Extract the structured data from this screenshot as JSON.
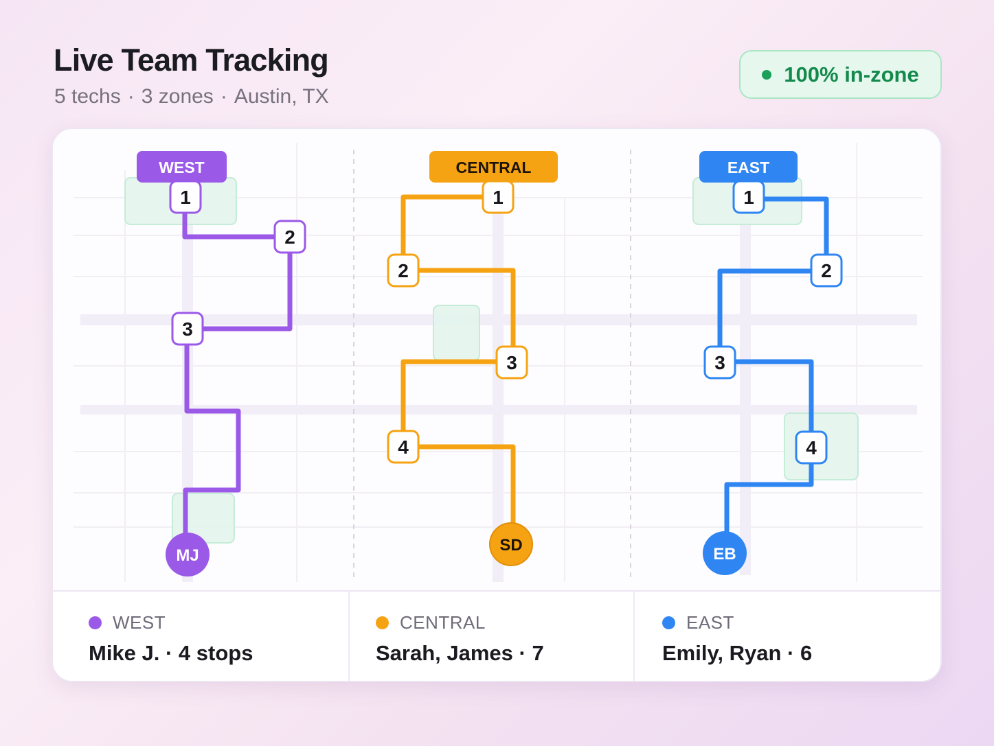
{
  "header": {
    "title": "Live Team Tracking",
    "subtitle_parts": [
      "5 techs",
      "3 zones",
      "Austin, TX"
    ],
    "subtitle_sep": "·"
  },
  "status_badge": {
    "label": "100% in-zone",
    "color": "#1aa05a"
  },
  "zones": [
    {
      "id": "west",
      "label": "WEST",
      "color": "#9b59e8",
      "stops": [
        "1",
        "2",
        "3"
      ],
      "tech_initials": "MJ",
      "footer_label": "WEST",
      "footer_value": "Mike J. · 4 stops"
    },
    {
      "id": "central",
      "label": "CENTRAL",
      "color": "#f6a313",
      "stops": [
        "1",
        "2",
        "3",
        "4"
      ],
      "tech_initials": "SD",
      "footer_label": "CENTRAL",
      "footer_value": "Sarah, James · 7"
    },
    {
      "id": "east",
      "label": "EAST",
      "color": "#2f86f2",
      "stops": [
        "1",
        "2",
        "3",
        "4"
      ],
      "tech_initials": "EB",
      "footer_label": "EAST",
      "footer_value": "Emily, Ryan · 6"
    }
  ]
}
